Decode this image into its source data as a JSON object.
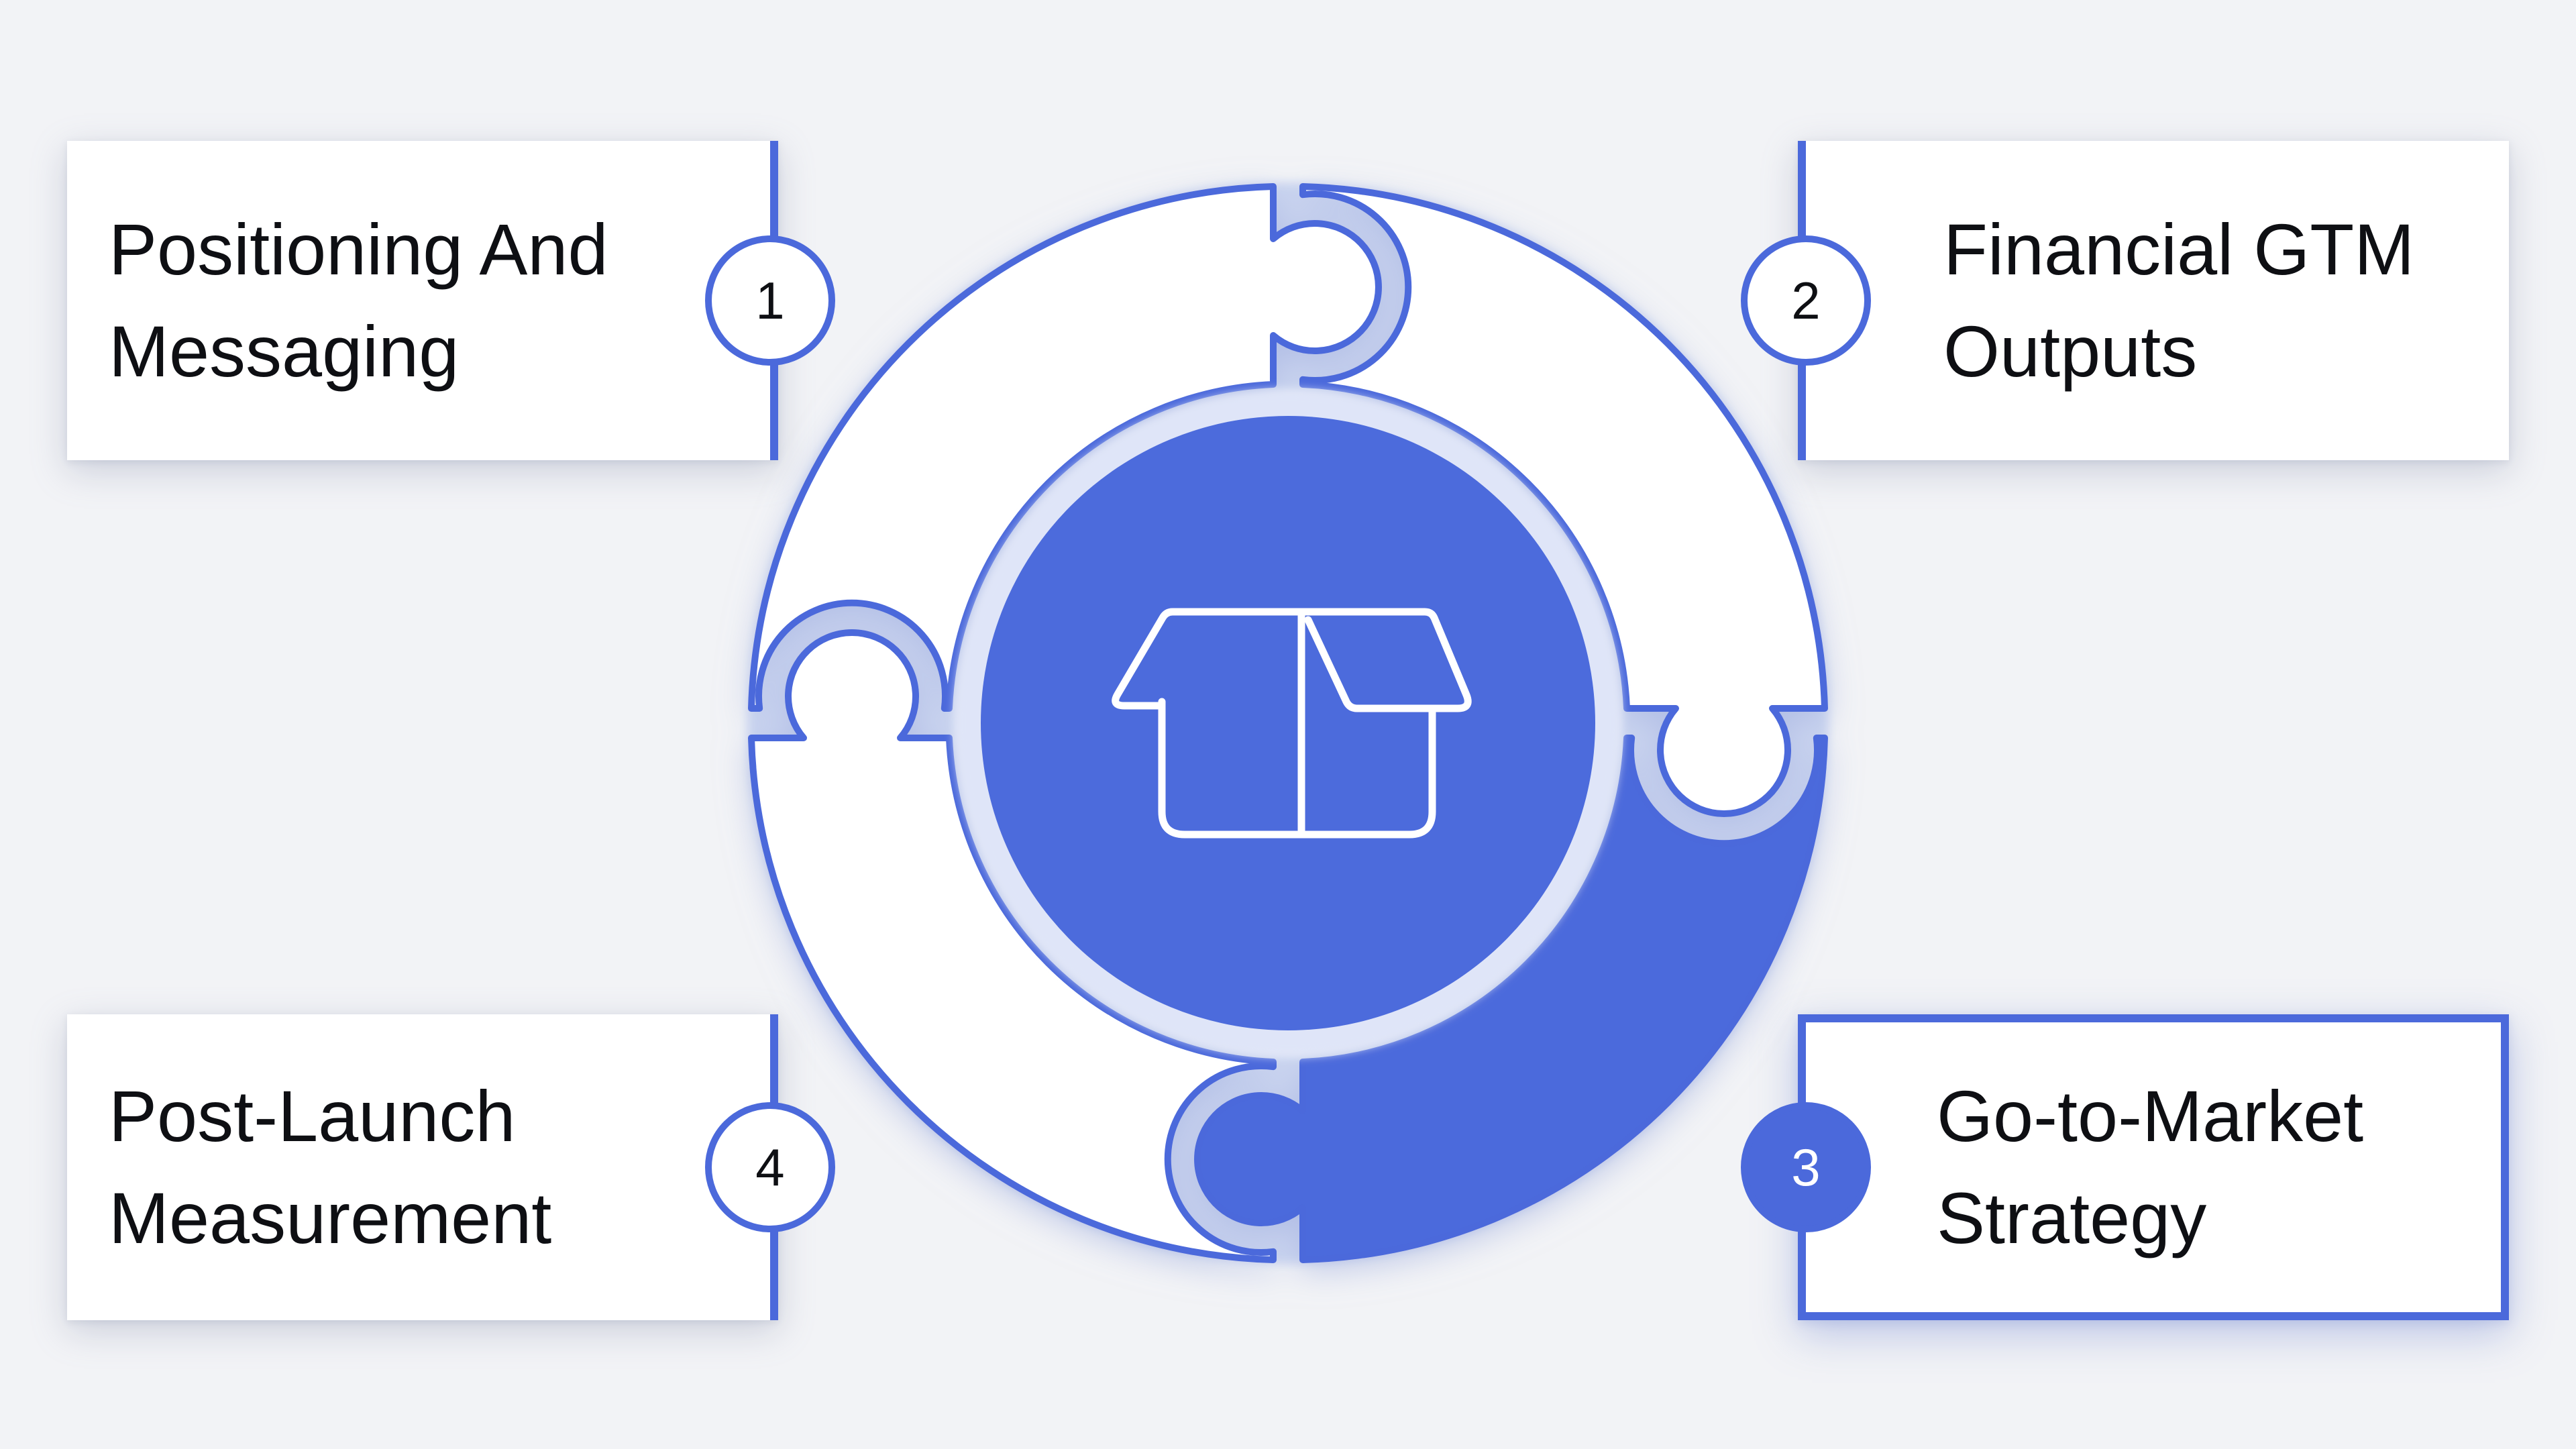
{
  "colors": {
    "background": "#f2f3f6",
    "accent": "#4b69db",
    "accent_fill": "#4c6bdc",
    "ring_gap": "#cbd5f0",
    "disc_glow": "#dfe5f8",
    "card_bg": "#ffffff",
    "text": "#0e0f13",
    "badge_active_text": "#ffffff"
  },
  "diagram": {
    "center_icon": "open-box-icon",
    "pieces": [
      {
        "position": "top-right",
        "filled": false
      },
      {
        "position": "bottom-right",
        "filled": true
      },
      {
        "position": "bottom-left",
        "filled": false
      },
      {
        "position": "top-left",
        "filled": false
      }
    ]
  },
  "steps": [
    {
      "number": "1",
      "title_lines": [
        "Positioning And",
        "Messaging"
      ],
      "position": "top-left",
      "active": false
    },
    {
      "number": "2",
      "title_lines": [
        "Financial GTM",
        "Outputs"
      ],
      "position": "top-right",
      "active": false
    },
    {
      "number": "3",
      "title_lines": [
        "Go-to-Market",
        "Strategy"
      ],
      "position": "bottom-right",
      "active": true
    },
    {
      "number": "4",
      "title_lines": [
        "Post-Launch",
        "Measurement"
      ],
      "position": "bottom-left",
      "active": false
    }
  ]
}
